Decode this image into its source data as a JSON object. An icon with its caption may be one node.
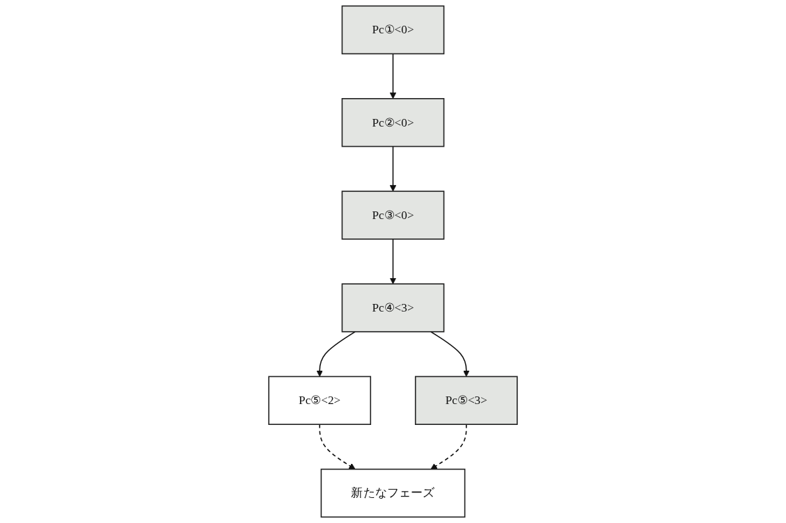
{
  "diagram": {
    "nodes": [
      {
        "text": [
          "Pc①<0>"
        ]
      },
      {
        "text": [
          "Pc②<0>"
        ]
      },
      {
        "text": [
          "Pc③<0>"
        ]
      },
      {
        "text": [
          "Pc④<3>"
        ]
      },
      {
        "text": [
          "Pc⑤<2>"
        ]
      },
      {
        "text": [
          "Pc⑤<3>"
        ]
      },
      {
        "text": [
          "新たなフェーズ"
        ]
      }
    ],
    "edges": [
      {
        "from": 0,
        "to": 1,
        "arrow": "to"
      },
      {
        "from": 1,
        "to": 2,
        "arrow": "to"
      },
      {
        "from": 2,
        "to": 3,
        "arrow": "to"
      },
      {
        "from": 3,
        "to": 4,
        "arrow": "to"
      },
      {
        "from": 3,
        "to": 5,
        "arrow": "to"
      },
      {
        "from": 4,
        "to": 6,
        "arrow": "to",
        "style": "dashed"
      },
      {
        "from": 5,
        "to": 6,
        "arrow": "to",
        "style": "dashed"
      }
    ]
  }
}
